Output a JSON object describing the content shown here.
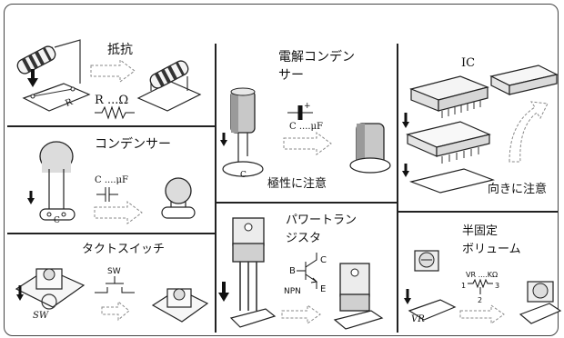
{
  "panels": {
    "resistor": {
      "title": "抵抗",
      "symbol_letter": "R",
      "symbol_unit": "...Ω",
      "pin_mark": "R"
    },
    "capacitor": {
      "title": "コンデンサー",
      "symbol_text": "C ....μF",
      "pin_mark": "C"
    },
    "tact_switch": {
      "title": "タクトスイッチ",
      "symbol_text": "SW",
      "pin_mark": "SW"
    },
    "electrolytic": {
      "title_line1": "電解コンデン",
      "title_line2": "サー",
      "symbol_text": "C ....μF",
      "plus_mark": "+",
      "pin_mark": "C",
      "note": "極性に注意"
    },
    "transistor": {
      "title_line1": "パワートラン",
      "title_line2": "ジスタ",
      "pin_b": "B",
      "pin_c": "C",
      "pin_e": "E",
      "type": "NPN"
    },
    "ic": {
      "title": "IC",
      "note": "向きに注意"
    },
    "trimmer": {
      "title_line1": "半固定",
      "title_line2": "ボリューム",
      "symbol_text": "VR ....KΩ",
      "pin1": "1",
      "pin2": "2",
      "pin3": "3",
      "pin_mark": "VR"
    }
  },
  "colors": {
    "line": "#222222",
    "arrow_fill": "#111111",
    "dashed_arrow": "#888888"
  }
}
